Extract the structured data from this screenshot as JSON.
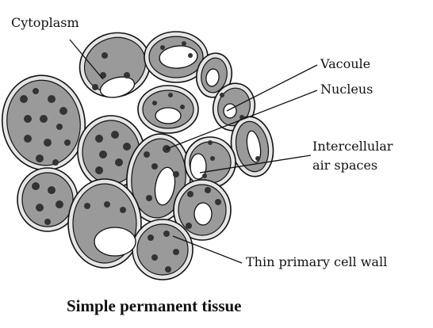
{
  "labels": {
    "cytoplasm": "Cytoplasm",
    "vacuole": "Vacoule",
    "nucleus": "Nucleus",
    "intercellular_1": "Intercellular",
    "intercellular_2": "air spaces",
    "cell_wall": "Thin primary cell wall"
  },
  "caption": "Simple permanent tissue",
  "colors": {
    "cell_wall": "#e6e6e6",
    "cytoplasm": "#9a9a9a",
    "vacuole": "#ffffff",
    "nucleus": "#333333",
    "outline": "#111111",
    "background": "#ffffff"
  }
}
